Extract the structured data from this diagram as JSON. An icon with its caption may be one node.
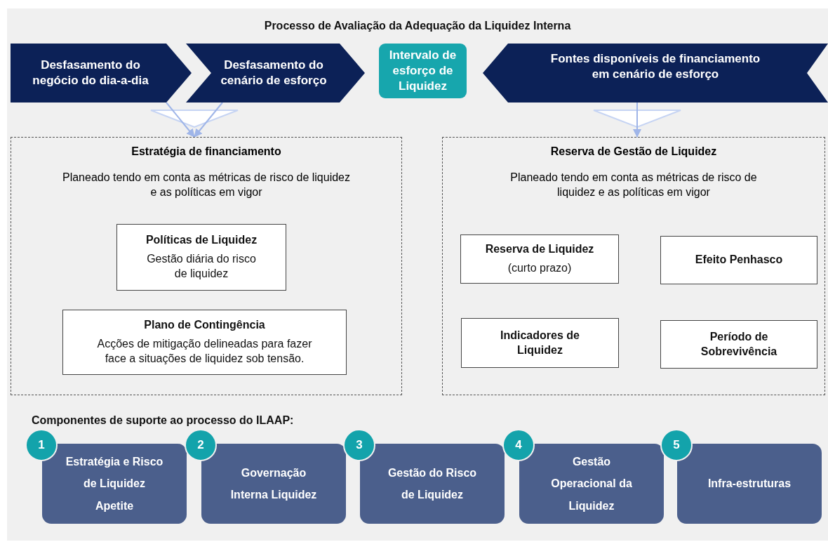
{
  "diagram": {
    "title": "Processo de Avaliação da Adequação da Liquidez Interna",
    "nodes": [
      {
        "text": [
          "Desfasamento do negócio do dia-a-dia"
        ]
      },
      {
        "text": [
          "Desfasamento do cenário de esforço"
        ]
      },
      {
        "text": [
          "Intervalo de esforço de Liquidez"
        ]
      },
      {
        "text": [
          "Fontes disponíveis de financiamento em cenário de esforço"
        ]
      },
      {
        "text": [
          "Estratégia de financiamento",
          "Planeado tendo em conta as métricas de risco de liquidez e as políticas em vigor"
        ]
      },
      {
        "text": [
          "Políticas de Liquidez",
          "Gestão diária do risco de liquidez"
        ],
        "in": 4
      },
      {
        "text": [
          "Plano de Contingência",
          "Acções de mitigação delineadas para fazer face a situações de liquidez sob tensão."
        ],
        "in": 4
      },
      {
        "text": [
          "Reserva de Gestão de Liquidez",
          "Planeado tendo em conta as métricas de risco de liquidez e as políticas em vigor"
        ]
      },
      {
        "text": [
          "Reserva de Liquidez",
          "(curto prazo)"
        ],
        "in": 7
      },
      {
        "text": [
          "Efeito Penhasco"
        ],
        "in": 7
      },
      {
        "text": [
          "Indicadores de Liquidez"
        ],
        "in": 7
      },
      {
        "text": [
          "Período de Sobrevivência"
        ],
        "in": 7
      },
      {
        "text": [
          "Estratégia e Risco de Liquidez Apetite"
        ],
        "beside": [
          "1"
        ]
      },
      {
        "text": [
          "Governação Interna Liquidez"
        ],
        "beside": [
          "2"
        ]
      },
      {
        "text": [
          "Gestão do Risco de Liquidez"
        ],
        "beside": [
          "3"
        ]
      },
      {
        "text": [
          "Gestão Operacional da Liquidez"
        ],
        "beside": [
          "4"
        ]
      },
      {
        "text": [
          "Infra-estruturas"
        ],
        "beside": [
          "5"
        ]
      }
    ],
    "edges": [
      {
        "from": 0,
        "to": 4,
        "arrow": "to"
      },
      {
        "from": 1,
        "to": 4,
        "arrow": "to"
      },
      {
        "from": 3,
        "to": 7,
        "arrow": "to"
      }
    ],
    "labels": [
      "Componentes de suporte ao processo do ILAAP:"
    ]
  }
}
